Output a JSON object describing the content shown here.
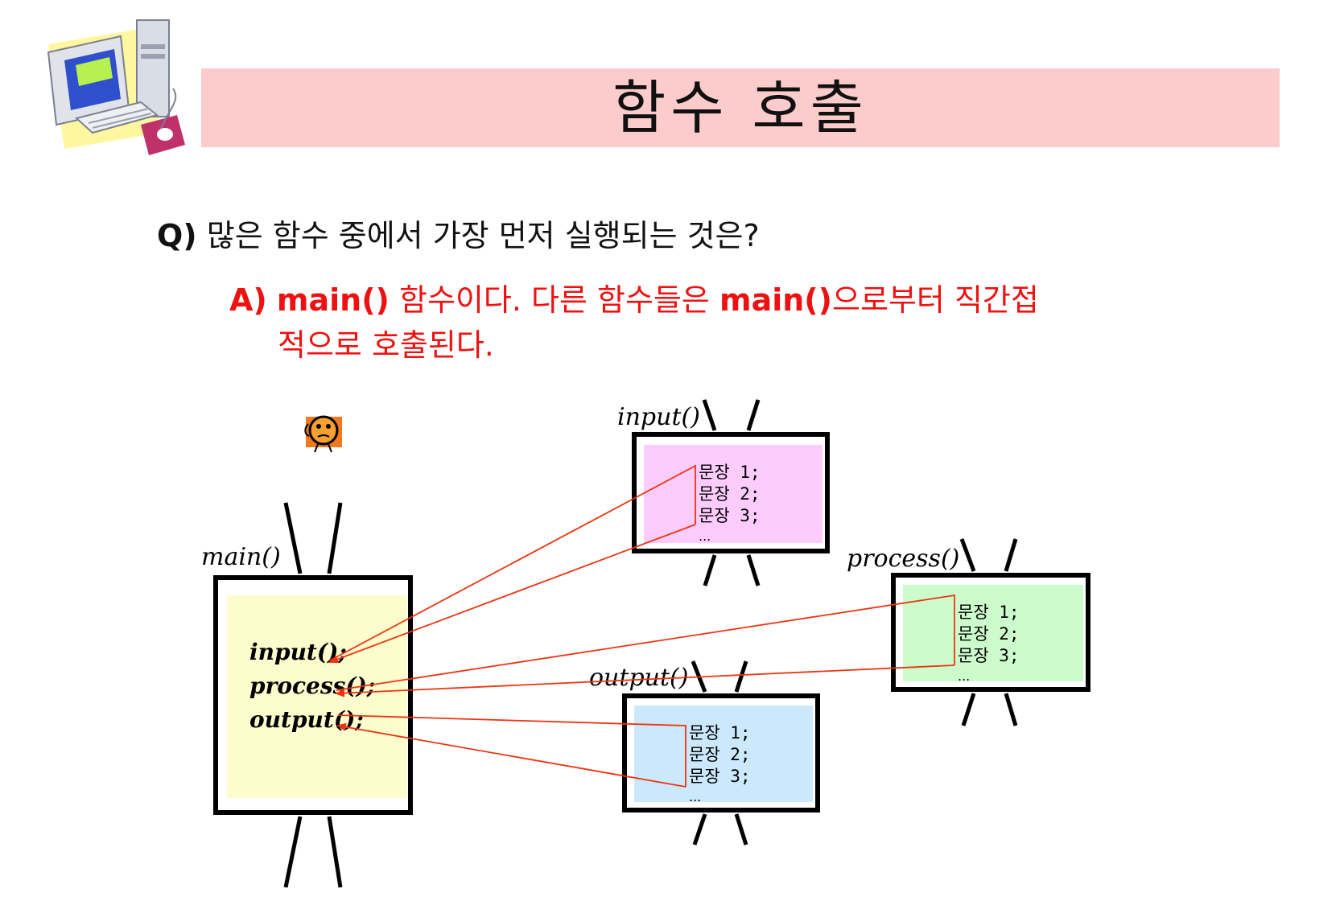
{
  "title": "함수 호출",
  "question": {
    "prefix": "Q)",
    "text": "많은 함수 중에서 가장 먼저 실행되는 것은?"
  },
  "answer": {
    "prefix": "A)",
    "main1": "main()",
    "text1": "함수이다. 다른 함수들은",
    "main2": "main()",
    "text2": "으로부터 직간접",
    "line2": "적으로 호출된다."
  },
  "diagram": {
    "main": {
      "label": "main()",
      "calls": [
        "input();",
        "process();",
        "output();"
      ]
    },
    "input": {
      "label": "input()",
      "statements": [
        "문장 1;",
        "문장 2;",
        "문장 3;"
      ],
      "more": "..."
    },
    "process": {
      "label": "process()",
      "statements": [
        "문장 1;",
        "문장 2;",
        "문장 3;"
      ],
      "more": "..."
    },
    "output": {
      "label": "output()",
      "statements": [
        "문장 1;",
        "문장 2;",
        "문장 3;"
      ],
      "more": "..."
    }
  },
  "colors": {
    "title_bg": "#fccccc",
    "answer": "#ee1111",
    "main_fill": "#fcfccc",
    "input_fill": "#fcccfc",
    "process_fill": "#ccfccc",
    "output_fill": "#cce8fc",
    "arrow": "#ee3311"
  }
}
